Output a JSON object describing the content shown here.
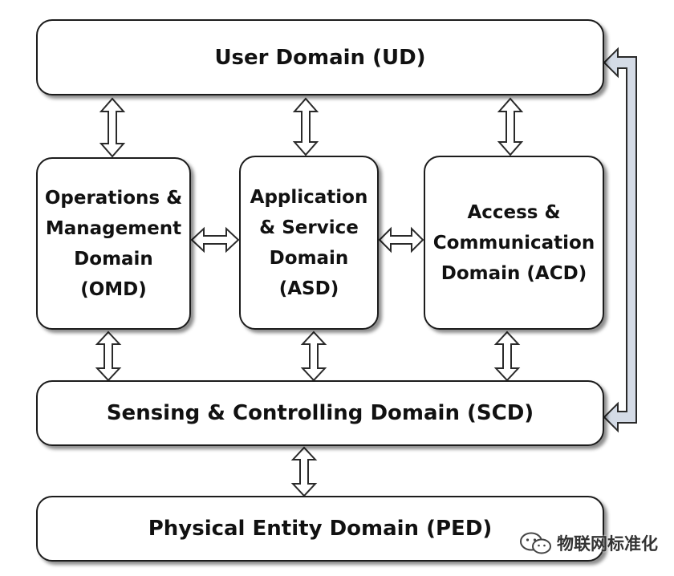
{
  "diagram": {
    "user_domain": "User Domain (UD)",
    "omd": [
      "Operations &",
      "Management",
      "Domain",
      "(OMD)"
    ],
    "asd": [
      "Application",
      "& Service",
      "Domain",
      "(ASD)"
    ],
    "acd": [
      "Access &",
      "Communication",
      "Domain (ACD)"
    ],
    "sensing_domain": "Sensing & Controlling Domain (SCD)",
    "physical_domain": "Physical Entity Domain (PED)"
  },
  "watermark": {
    "text": "物联网标准化",
    "icon": "wechat-icon"
  }
}
